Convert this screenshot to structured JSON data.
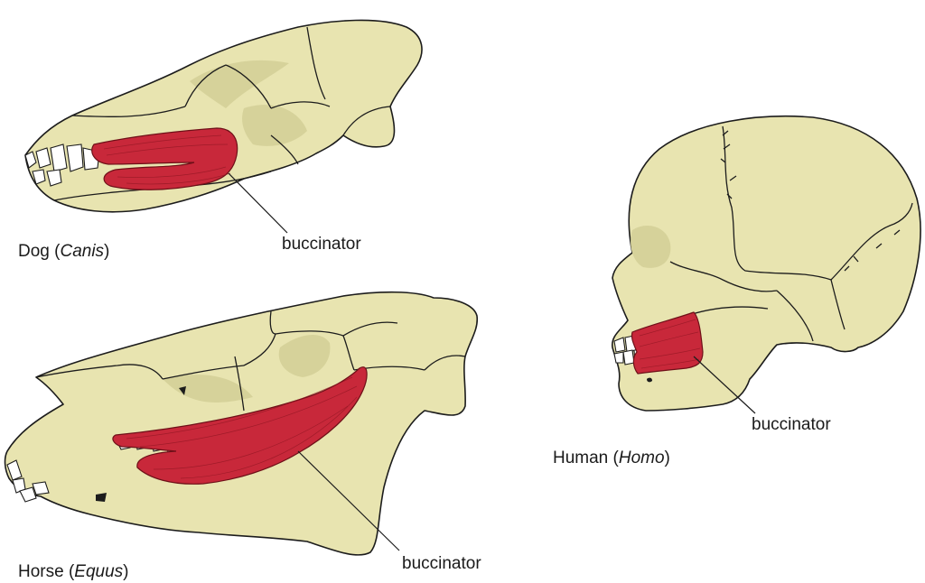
{
  "figure": {
    "dog": {
      "name": "Dog (",
      "genus": "Canis",
      "close": ")",
      "muscle_label": "buccinator"
    },
    "horse": {
      "name": "Horse (",
      "genus": "Equus",
      "close": ")",
      "muscle_label": "buccinator"
    },
    "human": {
      "name": "Human (",
      "genus": "Homo",
      "close": ")",
      "muscle_label": "buccinator"
    }
  },
  "colors": {
    "bone": "#e8e4b0",
    "muscle": "#c8283a",
    "outline": "#1c1c1c"
  }
}
